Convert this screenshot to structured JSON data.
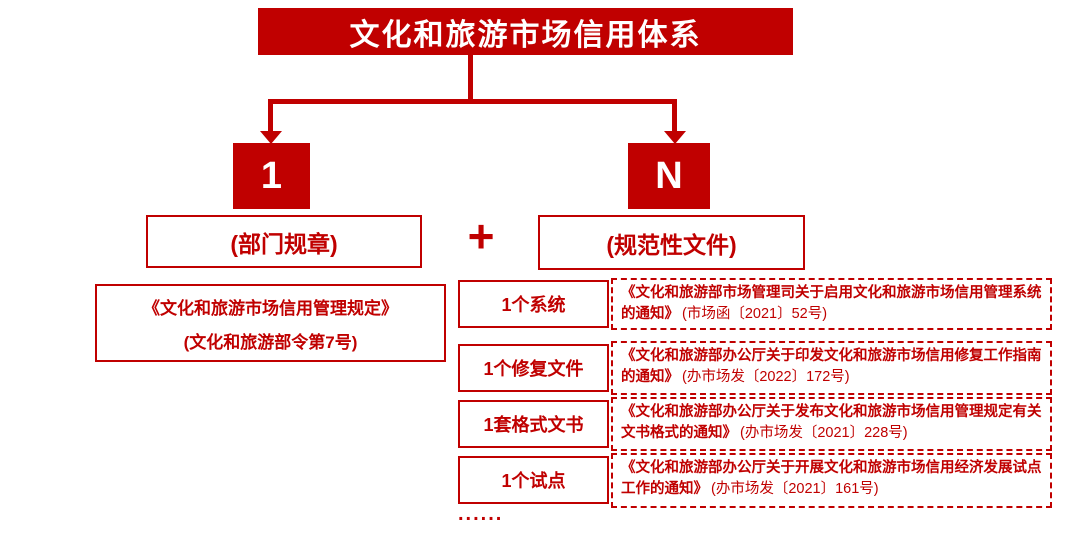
{
  "colors": {
    "accent_red": "#C00000",
    "background": "#FFFFFF"
  },
  "title": "文化和旅游市场信用体系",
  "left": {
    "node": "1",
    "category": "(部门规章)",
    "detail_line1": "《文化和旅游市场信用管理规定》",
    "detail_line2": "(文化和旅游部令第7号)"
  },
  "plus": "+",
  "right": {
    "node": "N",
    "category": "(规范性文件)",
    "items": [
      {
        "label": "1个系统",
        "title": "《文化和旅游部市场管理司关于启用文化和旅游市场信用管理系统的通知》",
        "number": "(市场函〔2021〕52号)"
      },
      {
        "label": "1个修复文件",
        "title": "《文化和旅游部办公厅关于印发文化和旅游市场信用修复工作指南的通知》",
        "number": "(办市场发〔2022〕172号)"
      },
      {
        "label": "1套格式文书",
        "title": "《文化和旅游部办公厅关于发布文化和旅游市场信用管理规定有关文书格式的通知》",
        "number": "(办市场发〔2021〕228号)"
      },
      {
        "label": "1个试点",
        "title": "《文化和旅游部办公厅关于开展文化和旅游市场信用经济发展试点工作的通知》",
        "number": "(办市场发〔2021〕161号)"
      }
    ],
    "ellipsis": "......"
  }
}
